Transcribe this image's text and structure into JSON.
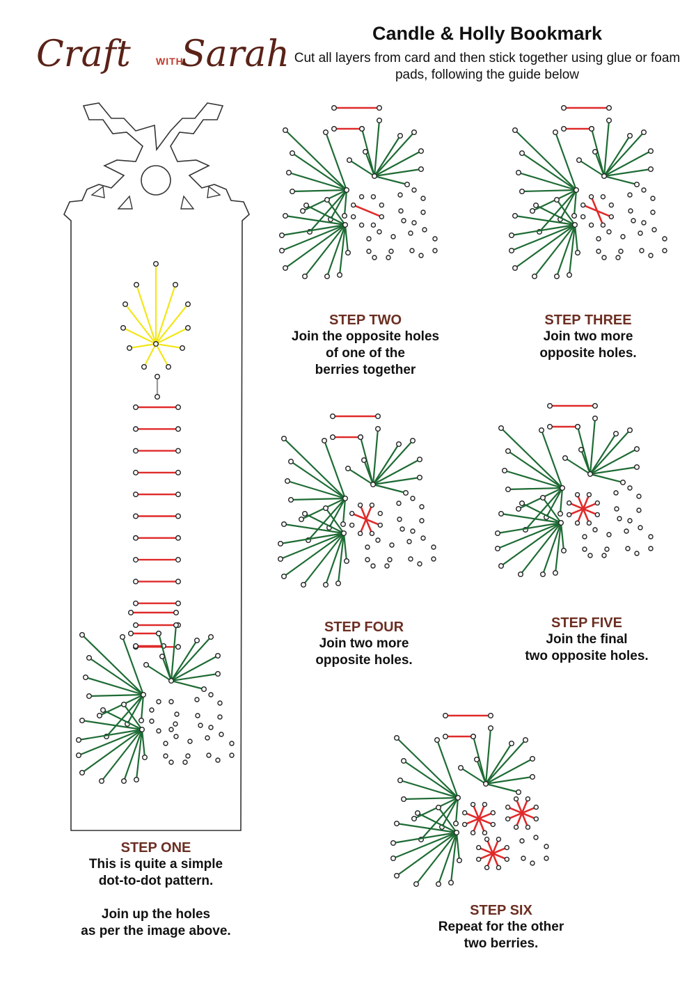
{
  "header": {
    "logo": {
      "craft": "Craft",
      "with": "WITH",
      "sarah": "Sarah"
    },
    "title": "Candle & Holly Bookmark",
    "subtitle_lines": [
      "Cut all layers from card and then stick together using",
      "glue or foam pads, following the guide below"
    ]
  },
  "colors": {
    "leaf": "#1e6b34",
    "berry": "#e02a2a",
    "rung": "#e02a2a",
    "flame": "#f2e619",
    "wick": "#9a9a9a",
    "hole": "#222222",
    "title_accent": "#6b2e22"
  },
  "steps": [
    {
      "heading": "STEP ONE",
      "lines": [
        "This is quite a simple",
        "dot-to-dot pattern.",
        "",
        "Join up the holes",
        "as per the image above."
      ]
    },
    {
      "heading": "STEP TWO",
      "lines": [
        "Join the opposite holes",
        "of one of the",
        "berries together"
      ]
    },
    {
      "heading": "STEP THREE",
      "lines": [
        "Join two more",
        "opposite holes."
      ]
    },
    {
      "heading": "STEP FOUR",
      "lines": [
        "Join two more",
        "opposite holes."
      ]
    },
    {
      "heading": "STEP FIVE",
      "lines": [
        "Join the final",
        "two opposite holes."
      ]
    },
    {
      "heading": "STEP SIX",
      "lines": [
        "Repeat for the other",
        "two berries."
      ]
    }
  ],
  "diagrams": [
    {
      "step": "STEP TWO",
      "berry_spokes": [
        1,
        0,
        0,
        0
      ]
    },
    {
      "step": "STEP THREE",
      "berry_spokes": [
        2,
        0,
        0,
        0
      ]
    },
    {
      "step": "STEP FOUR",
      "berry_spokes": [
        3,
        0,
        0,
        0
      ]
    },
    {
      "step": "STEP FIVE",
      "berry_spokes": [
        4,
        0,
        0,
        0
      ]
    },
    {
      "step": "STEP SIX",
      "berry_spokes": [
        4,
        4,
        4,
        0
      ]
    }
  ]
}
